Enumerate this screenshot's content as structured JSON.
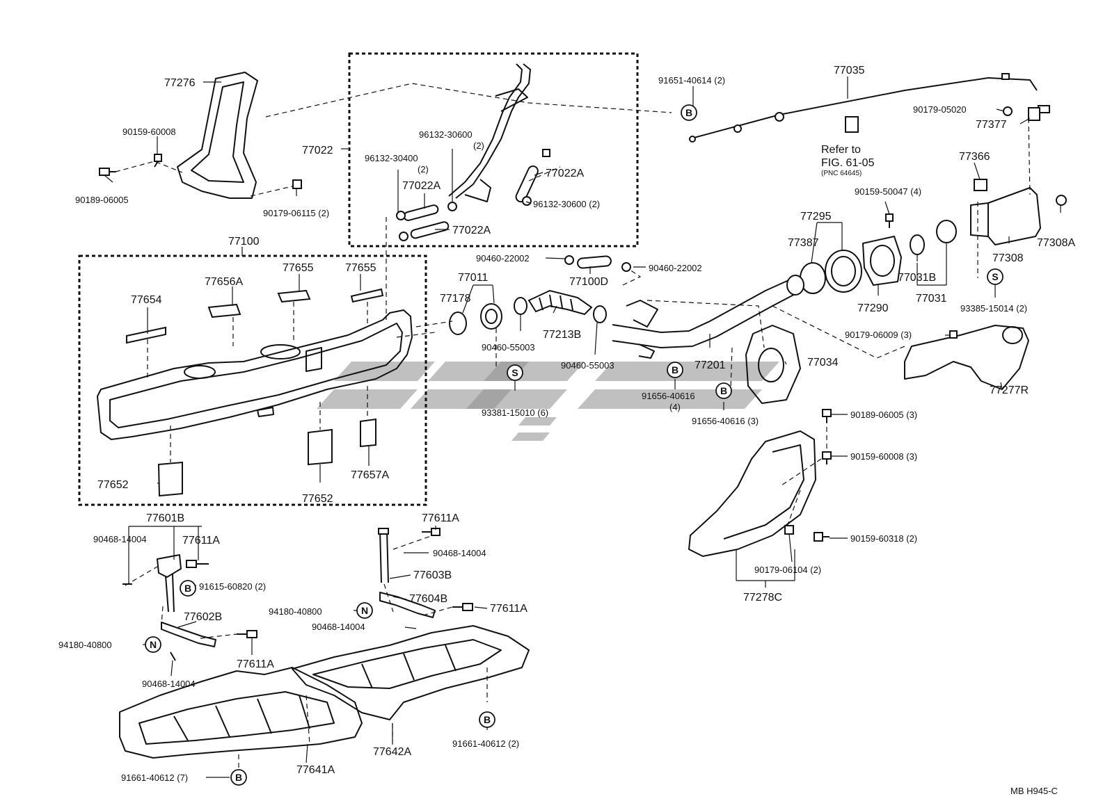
{
  "labels": {
    "p77276": "77276",
    "p90159_60008_a": "90159-60008",
    "p90189_06005_a": "90189-06005",
    "p90179_06115": "90179-06115 (2)",
    "p77022": "77022",
    "p96132_30600_a": "96132-30600",
    "p96132_30600_a_qty": "(2)",
    "p96132_30400": "96132-30400",
    "p96132_30400_qty": "(2)",
    "p77022A_1": "77022A",
    "p77022A_2": "77022A",
    "p77022A_3": "77022A",
    "p96132_30600_b": "96132-30600 (2)",
    "p91651_40614": "91651-40614 (2)",
    "p77035": "77035",
    "p90179_05020": "90179-05020",
    "p77377": "77377",
    "refer_1": "Refer to",
    "refer_2": "FIG. 61-05",
    "refer_3": "(PNC 64645)",
    "p77366": "77366",
    "p90159_50047": "90159-50047 (4)",
    "p77295": "77295",
    "p77387": "77387",
    "p77308A": "77308A",
    "p77308": "77308",
    "p77031B": "77031B",
    "p77290": "77290",
    "p77031": "77031",
    "p93385_15014": "93385-15014 (2)",
    "p77100": "77100",
    "p77654": "77654",
    "p77656A": "77656A",
    "p77655_a": "77655",
    "p77655_b": "77655",
    "p90460_22002_a": "90460-22002",
    "p77100D": "77100D",
    "p90460_22002_b": "90460-22002",
    "p77011": "77011",
    "p77178": "77178",
    "p77213B": "77213B",
    "p90460_55003_a": "90460-55003",
    "p90460_55003_b": "90460-55003",
    "p93381_15010": "93381-15010 (6)",
    "p91656_40616_a": "91656-40616",
    "p91656_40616_a_qty": "(4)",
    "p91656_40616_b": "91656-40616 (3)",
    "p77201": "77201",
    "p77034": "77034",
    "p90179_06009": "90179-06009 (3)",
    "p77277R": "77277R",
    "p90189_06005_b": "90189-06005 (3)",
    "p90159_60008_b": "90159-60008 (3)",
    "p90159_60318": "90159-60318 (2)",
    "p90179_06104": "90179-06104 (2)",
    "p77278C": "77278C",
    "p77652_a": "77652",
    "p77652_b": "77652",
    "p77657A": "77657A",
    "p77601B": "77601B",
    "p90468_14004_a": "90468-14004",
    "p77611A_a": "77611A",
    "p91615_60820": "91615-60820 (2)",
    "p77602B": "77602B",
    "p94180_40800_a": "94180-40800",
    "p90468_14004_b": "90468-14004",
    "p77611A_b": "77611A",
    "p77611A_c": "77611A",
    "p90468_14004_c": "90468-14004",
    "p77603B": "77603B",
    "p77604B": "77604B",
    "p94180_40800_b": "94180-40800",
    "p77611A_d": "77611A",
    "p90468_14004_d": "90468-14004",
    "p91661_40612_a": "91661-40612 (2)",
    "p77642A": "77642A",
    "p77641A": "77641A",
    "p91661_40612_b": "91661-40612 (7)",
    "code": "MB H945-C"
  },
  "symbols": {
    "bolt": "B",
    "screw": "S",
    "nut": "N"
  },
  "watermark_icon": "slanted-brand-logo"
}
